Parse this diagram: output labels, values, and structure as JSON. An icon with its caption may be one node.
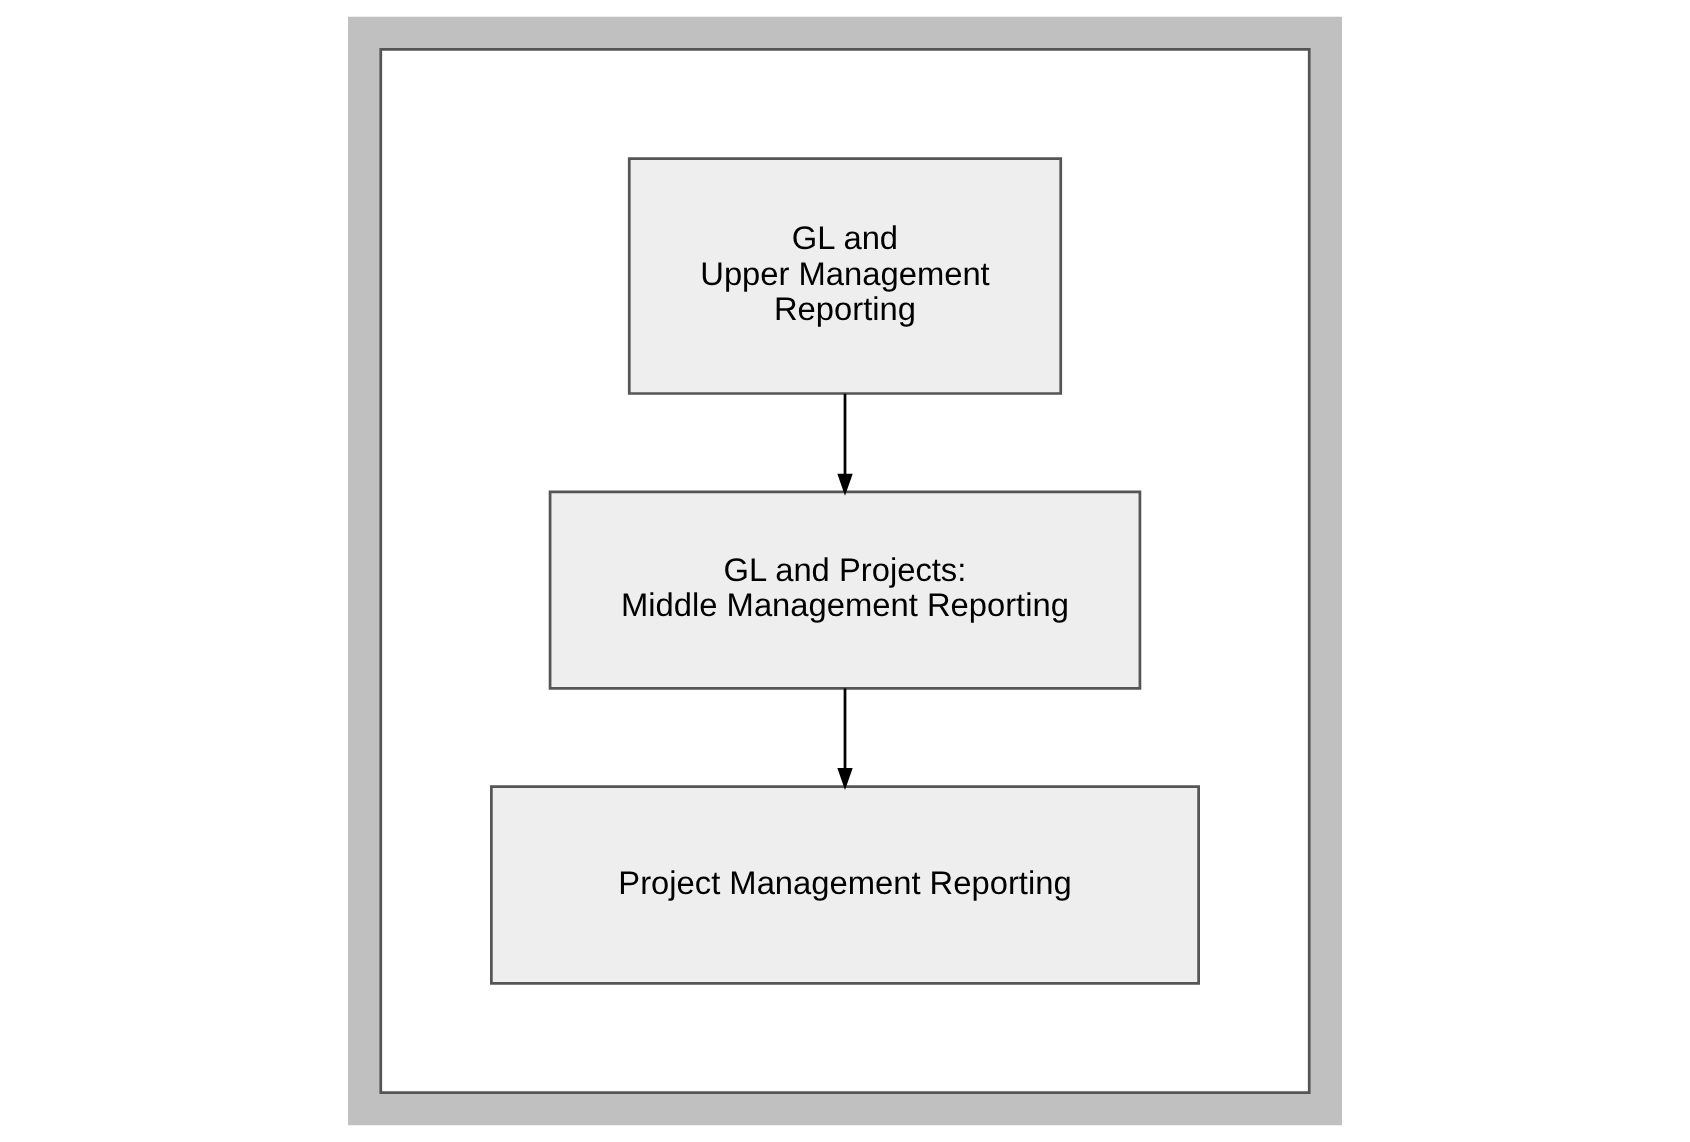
{
  "diagram": {
    "nodes": [
      {
        "text": [],
        "shape": "box"
      },
      {
        "text": [
          "GL and Upper Management Reporting"
        ],
        "in": 0
      },
      {
        "text": [
          "GL and Projects: Middle Management Reporting"
        ],
        "in": 0
      },
      {
        "text": [
          "Project Management Reporting"
        ],
        "in": 0
      }
    ],
    "edges": [
      {
        "from": 1,
        "to": 2,
        "arrow": "to"
      },
      {
        "from": 2,
        "to": 3,
        "arrow": "to"
      }
    ]
  }
}
